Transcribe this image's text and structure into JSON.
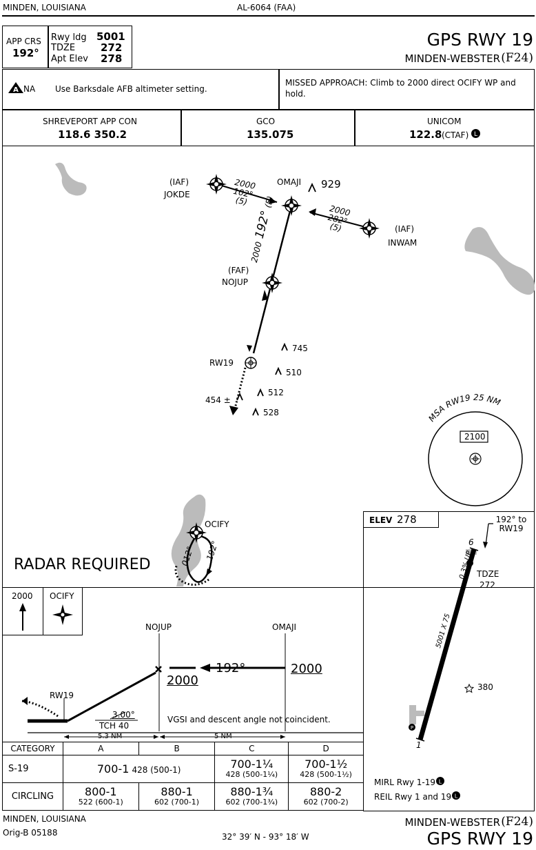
{
  "header": {
    "location_top": "MINDEN, LOUISIANA",
    "chart_id": "AL-6064 (FAA)",
    "title": "GPS RWY 19",
    "airport": "MINDEN-WEBSTER",
    "airport_id": "(F24)",
    "app_crs_label": "APP CRS",
    "app_crs_value": "192°",
    "rwy_ldg_label": "Rwy ldg",
    "rwy_ldg_value": "5001",
    "tdze_label": "TDZE",
    "tdze_value": "272",
    "apt_elev_label": "Apt Elev",
    "apt_elev_value": "278"
  },
  "notes": {
    "na_label": "NA",
    "altimeter_note": "Use Barksdale AFB altimeter setting.",
    "missed_approach": "MISSED APPROACH: Climb to 2000 direct OCIFY WP and hold."
  },
  "comms": [
    {
      "name": "SHREVEPORT APP CON",
      "freq": "118.6  350.2",
      "extra": ""
    },
    {
      "name": "GCO",
      "freq": "135.075",
      "extra": ""
    },
    {
      "name": "UNICOM",
      "freq": "122.8",
      "extra": "(CTAF)"
    }
  ],
  "plan": {
    "jokde_role": "(IAF)",
    "jokde_name": "JOKDE",
    "omaji_name": "OMAJI",
    "inwam_role": "(IAF)",
    "inwam_name": "INWAM",
    "nojup_role": "(FAF)",
    "nojup_name": "NOJUP",
    "rw19_name": "RW19",
    "ocify_name": "OCIFY",
    "seg_jokde_alt": "2000",
    "seg_jokde_crs": "102°",
    "seg_jokde_dist": "(5)",
    "seg_inwam_alt": "2000",
    "seg_inwam_crs": "282°",
    "seg_inwam_dist": "(5)",
    "seg_final_alt": "2000",
    "seg_final_crs": "192°",
    "seg_final_dist": "(5)",
    "obst_929": "929",
    "obst_745": "745",
    "obst_510": "510",
    "obst_512": "512",
    "obst_528": "528",
    "obst_454": "454 ±",
    "hold_out": "012°",
    "hold_in": "192°",
    "radar_required": "RADAR REQUIRED",
    "msa_label": "MSA RW19 25 NM",
    "msa_alt": "2100"
  },
  "airport_diagram": {
    "elev_label": "ELEV",
    "elev_value": "278",
    "crs_note": "192° to RW19",
    "rwy_num_top": "6",
    "slope": "0.3% UP",
    "tdze_label": "TDZE",
    "tdze_value": "272",
    "dimensions": "5001 X 75",
    "obst_380": "380",
    "rwy_num_bottom": "1",
    "mirl": "MIRL Rwy 1-19",
    "reil": "REIL Rwy 1 and 19"
  },
  "profile": {
    "hold_alt": "2000",
    "hold_fix": "OCIFY",
    "nojup": "NOJUP",
    "omaji": "OMAJI",
    "rw19": "RW19",
    "crs": "192°",
    "alt_omaji": "2000",
    "alt_nojup": "2000",
    "vgsi": "3.00°",
    "tch": "TCH 40",
    "vgsi_note": "VGSI and descent angle not coincident.",
    "dist1": "5.3 NM",
    "dist2": "5 NM"
  },
  "minimums": {
    "headers": [
      "CATEGORY",
      "A",
      "B",
      "C",
      "D"
    ],
    "s19_label": "S-19",
    "s19_ab": "700-1",
    "s19_ab_sub": "428 (500-1)",
    "s19_c": "700-1¼",
    "s19_c_sub": "428 (500-1¼)",
    "s19_d": "700-1½",
    "s19_d_sub": "428 (500-1½)",
    "circ_label": "CIRCLING",
    "circ_a": "800-1",
    "circ_a_sub": "522 (600-1)",
    "circ_b": "880-1",
    "circ_b_sub": "602 (700-1)",
    "circ_c": "880-1¾",
    "circ_c_sub": "602 (700-1¾)",
    "circ_d": "880-2",
    "circ_d_sub": "602 (700-2)"
  },
  "footer": {
    "location": "MINDEN, LOUISIANA",
    "orig": "Orig-B  05188",
    "coords": "32° 39′ N - 93° 18′ W",
    "airport": "MINDEN-WEBSTER",
    "airport_id": "(F24)",
    "title": "GPS RWY 19"
  }
}
